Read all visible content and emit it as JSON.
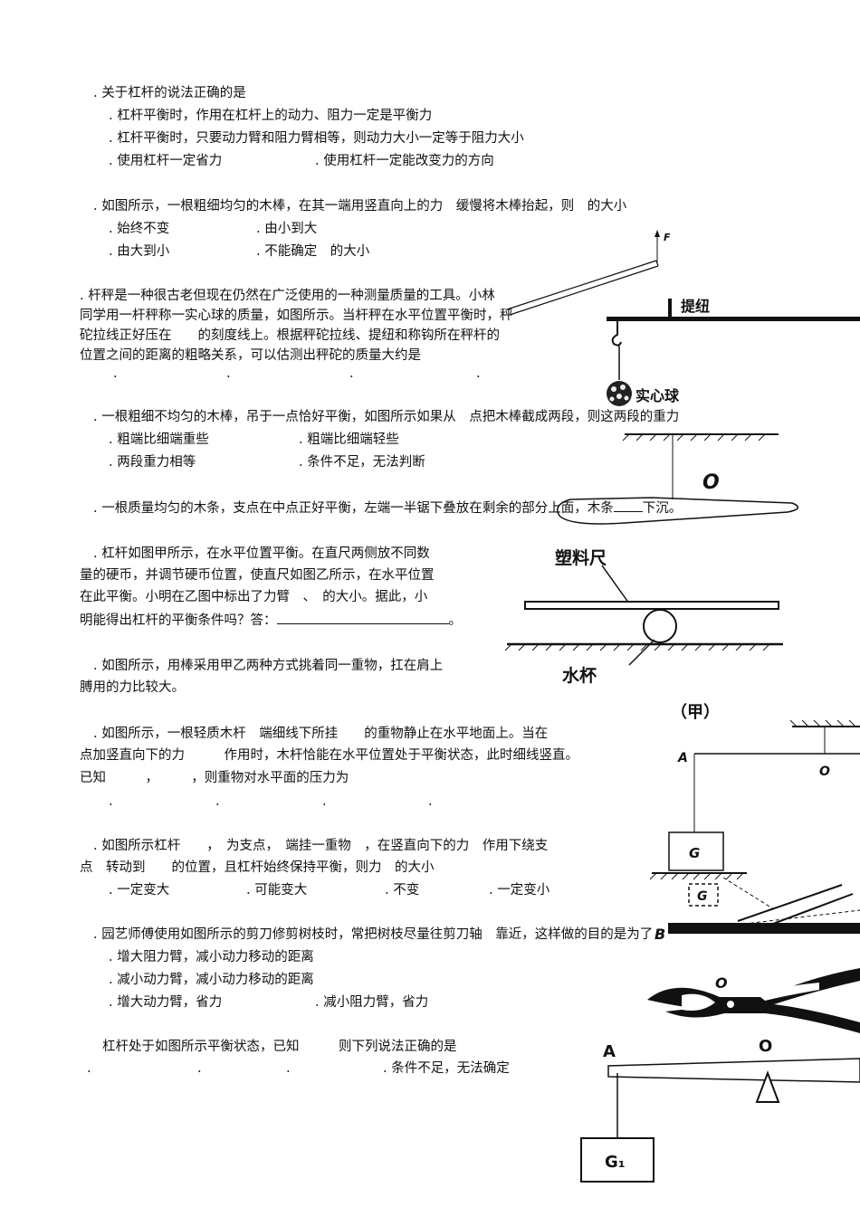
{
  "q1": {
    "stem": ". 关于杠杆的说法正确的是",
    "a": ". 杠杆平衡时，作用在杠杆上的动力、阻力一定是平衡力",
    "b": ". 杠杆平衡时，只要动力臂和阻力臂相等，则动力大小一定等于阻力大小",
    "c": ". 使用杠杆一定省力",
    "d": ". 使用杠杆一定能改变力的方向"
  },
  "q2": {
    "stem": ". 如图所示，一根粗细均匀的木棒，在其一端用竖直向上的力　缓慢将木棒抬起，则　的大小",
    "a": ". 始终不变",
    "b": ". 由小到大",
    "c": ". 由大到小",
    "d": ". 不能确定　的大小",
    "fig_label": "F"
  },
  "q3": {
    "line1": ". 杆秤是一种很古老但现在仍然在广泛使用的一种测量质量的工具。小林",
    "line2": "同学用一杆秤称一实心球的质量，如图所示。当杆秤在水平位置平衡时，秤",
    "line3": "砣拉线正好压在　　的刻度线上。根据秤砣拉线、提纽和称钩所在秤杆的",
    "line4": "位置之间的距离的粗略关系，可以估测出秤砣的质量大约是",
    "options": [
      ".",
      ".",
      ".",
      "."
    ],
    "fig_knob": "提纽",
    "fig_ball": "实心球"
  },
  "q4": {
    "stem": ". 一根粗细不均匀的木棒，吊于一点恰好平衡，如图所示如果从　点把木棒截成两段，则这两段的重力",
    "a": ". 粗端比细端重些",
    "b": ". 粗端比细端轻些",
    "c": ". 两段重力相等",
    "d": ". 条件不足，无法判断",
    "fig_o": "O"
  },
  "q5": {
    "stem": ". 一根质量均匀的木条，支点在中点正好平衡，左端一半锯下叠放在剩余的部分上面，木条",
    "tail": "下沉。"
  },
  "q6": {
    "line1": ". 杠杆如图甲所示，在水平位置平衡。在直尺两侧放不同数",
    "line2": "量的硬币，并调节硬币位置，使直尺如图乙所示，在水平位置",
    "line3": "在此平衡。小明在乙图中标出了力臂　、　的大小。据此，小",
    "line4a": "明能得出杠杆的平衡条件吗？答：",
    "line4b": "。",
    "fig_ruler": "塑料尺",
    "fig_cup": "水杯",
    "fig_caption": "（甲）"
  },
  "q7": {
    "line1": ". 如图所示，用棒采用甲乙两种方式挑着同一重物，扛在肩上",
    "line2": "膊用的力比较大。"
  },
  "q8": {
    "line1": ". 如图所示，一根轻质木杆　端细线下所挂　　的重物静止在水平地面上。当在",
    "line2": "点加竖直向下的力　　　作用时，木杆恰能在水平位置处于平衡状态，此时细线竖直。",
    "line3": "已知　　　，　　　，则重物对水平面的压力为",
    "options": [
      ".",
      ".",
      ".",
      "."
    ],
    "fig_a": "A",
    "fig_o": "O",
    "fig_g": "G",
    "fig_g2": "G"
  },
  "q9": {
    "line1": ". 如图所示杠杆　　，　为支点，　端挂一重物　，在竖直向下的力　作用下绕支",
    "line2": "点　转动到　　的位置，且杠杆始终保持平衡，则力　的大小",
    "a": ". 一定变大",
    "b": ". 可能变大",
    "c": ". 不变",
    "d": ". 一定变小",
    "fig_b": "B"
  },
  "q10": {
    "stem": ". 园艺师傅使用如图所示的剪刀修剪树枝时，常把树枝尽量往剪刀轴　靠近，这样做的目的是为了",
    "a": ". 增大阻力臂，减小动力移动的距离",
    "b": ". 减小动力臂，减小动力移动的距离",
    "c": ". 增大动力臂，省力",
    "d": ". 减小阻力臂，省力",
    "fig_o": "O"
  },
  "q11": {
    "stem": "杠杆处于如图所示平衡状态，已知　　　则下列说法正确的是",
    "options": [
      ".",
      ".",
      "."
    ],
    "d": ". 条件不足，无法确定",
    "fig_a": "A",
    "fig_o": "O",
    "fig_g": "G₁"
  }
}
